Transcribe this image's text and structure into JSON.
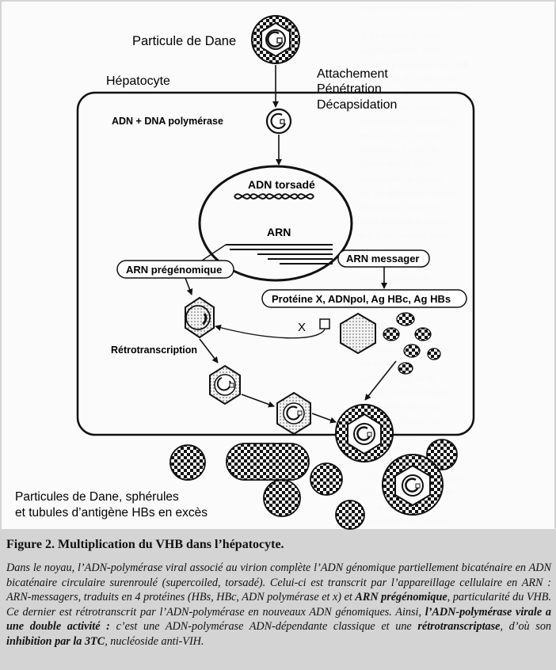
{
  "diagram": {
    "dane_particle_label": "Particule de Dane",
    "hepatocyte_label": "Hépatocyte",
    "entry_steps": [
      "Attachement",
      "Pénétration",
      "Décapsidation"
    ],
    "adn_polymerase_label": "ADN + DNA polymérase",
    "adn_torsade_label": "ADN torsadé",
    "arn_label": "ARN",
    "arn_pregenomique_label": "ARN prégénomique",
    "arn_messager_label": "ARN messager",
    "proteins_label": "Protéine X, ADNpol, Ag HBc, Ag HBs",
    "x_label": "X",
    "retrotranscription_label": "Rétrotranscription",
    "excess_particles_label": [
      "Particules de Dane, sphérules",
      "et tubules d’antigène HBs en excès"
    ]
  },
  "figure": {
    "title": "Figure 2. Multiplication du VHB dans l’hépatocyte.",
    "caption": [
      {
        "text": "Dans le noyau, l’ADN-polymérase viral associé au virion complète l’ADN génomique partiellement bicaténaire en ADN bicaténaire circulaire surenroulé (supercoiled, torsadé). Celui-ci est transcrit par l’appareillage cellulaire en ARN : ARN-messagers, traduits en 4 protéines (HBs, HBc, ADN polymérase et x) et ",
        "bold": false
      },
      {
        "text": "ARN prégénomique",
        "bold": true
      },
      {
        "text": ", particularité du VHB. Ce dernier est rétrotranscrit par l’ADN-polymérase en nouveaux ADN génomiques. Ainsi, ",
        "bold": false
      },
      {
        "text": "l’ADN-polymérase virale a une double activité :",
        "bold": true
      },
      {
        "text": " c’est une ADN-polymérase ADN-dépendante classique et une ",
        "bold": false
      },
      {
        "text": "rétrotranscriptase",
        "bold": true
      },
      {
        "text": ", d’où son ",
        "bold": false
      },
      {
        "text": "inhibition par la 3TC",
        "bold": true
      },
      {
        "text": ", nucléoside anti-VIH.",
        "bold": false
      }
    ]
  },
  "background_text": [
    "maladie de la famille VHBO.",
    "",
    "3. Mutations du virus",
    "Les mutants du VHB",
    "L’ADN polymérase du VHB",
    "dépourvue de système de",
    "correction, il en résulte",
    "une fréquence élevée",
    "de mutations ponctuelles,",
    "environ 10 à 100 fois",
    "supérieure à celle des",
    "autres virus à ADN.",
    "Les mutations portent",
    "sur les différentes régions",
    "du génome viral et en",
    "particulier sur la région",
    "pré-C et C codant pour",
    "l’antigène HBe.",
    "Ces mutants pré-C",
    "sont incapables de",
    "sécréter l’antigène HBe",
    "mais produisent des",
    "particules virales",
    "infectieuses. Ils sont",
    "fréquents dans le bassin",
    "méditerranéen.",
    "Les mutations de la",
    "région S et de la région",
    "de l’ADN polymérase",
    "peuvent entraîner une",
    "résistance aux",
    "traitements antiviraux.",
    "",
    "c. Mutations thérapeutiques",
    "Au cours des traitements",
    "par la lamivudine,",
    "l’apparition de mutants",
    "de l’ADN polymérase",
    "est observée.",
    "Ces mutants YMDD",
    "sont une cause",
    "d’échappement"
  ]
}
